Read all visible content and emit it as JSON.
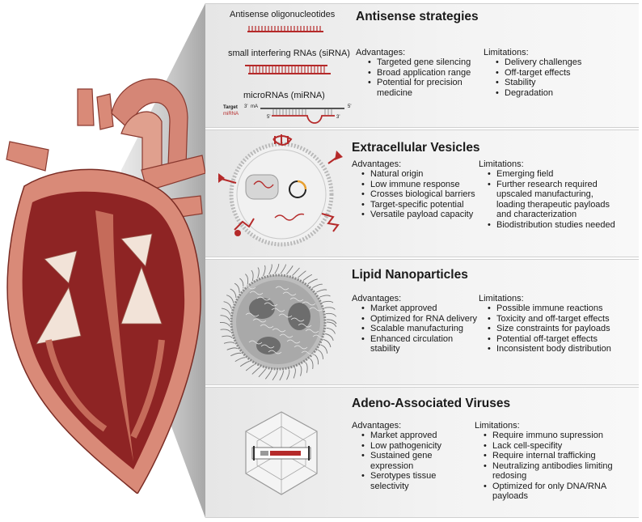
{
  "panels": [
    {
      "title": "Antisense strategies",
      "icon_labels": [
        "Antisense oligonucleotides",
        "small interfering RNAs (siRNA)",
        "microRNAs (miRNA)"
      ],
      "mirna_small": {
        "target": "Target",
        "mirna": "miRNA",
        "p3a": "3'",
        "mA": "mA",
        "p5a": "5'",
        "p5b": "5'",
        "p3b": "3'"
      },
      "advantages_label": "Advantages:",
      "advantages": [
        "Targeted gene silencing",
        "Broad application range",
        "Potential for precision medicine"
      ],
      "limitations_label": "Limitations:",
      "limitations": [
        "Delivery challenges",
        "Off-target effects",
        "Stability",
        "Degradation"
      ]
    },
    {
      "title": "Extracellular Vesicles",
      "advantages_label": "Advantages:",
      "advantages": [
        "Natural origin",
        "Low immune response",
        "Crosses biological barriers",
        "Target-specific potential",
        "Versatile payload capacity"
      ],
      "limitations_label": "Limitations:",
      "limitations": [
        "Emerging field",
        "Further research required upscaled manufacturing, loading therapeutic payloads and characterization",
        "Biodistribution studies needed"
      ]
    },
    {
      "title": "Lipid Nanoparticles",
      "advantages_label": "Advantages:",
      "advantages": [
        "Market approved",
        "Optimized for RNA delivery",
        "Scalable manufacturing",
        "Enhanced circulation stability"
      ],
      "limitations_label": "Limitations:",
      "limitations": [
        "Possible immune reactions",
        "Toxicity and off-target effects",
        "Size constraints for payloads",
        "Potential off-target effects",
        "Inconsistent body distribution"
      ]
    },
    {
      "title": "Adeno-Associated Viruses",
      "advantages_label": "Advantages:",
      "advantages": [
        "Market approved",
        "Low pathogenicity",
        "Sustained gene expression",
        "Serotypes tissue selectivity"
      ],
      "limitations_label": "Limitations:",
      "limitations": [
        "Require immuno supression",
        "Lack cell-specifity",
        "Require internal trafficking",
        "Neutralizing antibodies limiting redosing",
        "Optimized for only DNA/RNA payloads"
      ]
    }
  ],
  "colors": {
    "rna_red": "#b52a2a",
    "heart_outer": "#d98a78",
    "heart_inner": "#8e2424",
    "panel_bg": "#eeeeee"
  }
}
